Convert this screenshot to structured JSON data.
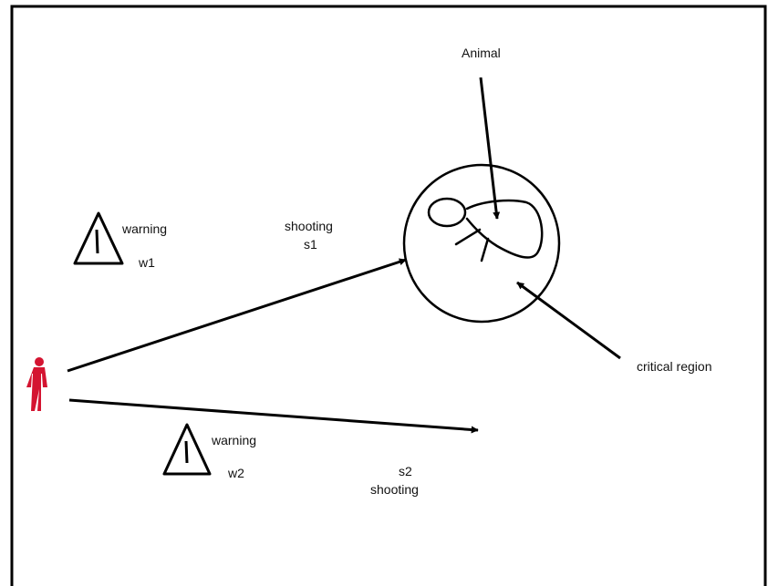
{
  "labels": {
    "animal": "Animal",
    "critical_region": "critical region",
    "shooting_1": "shooting",
    "s1": "s1",
    "warning_1": "warning",
    "w1": "w1",
    "warning_2": "warning",
    "w2": "w2",
    "s2": "s2",
    "shooting_2": "shooting"
  },
  "colors": {
    "person": "#d41431",
    "ink": "#000000"
  },
  "icons": {
    "person": "person-icon",
    "warning": "warning-triangle-icon"
  }
}
